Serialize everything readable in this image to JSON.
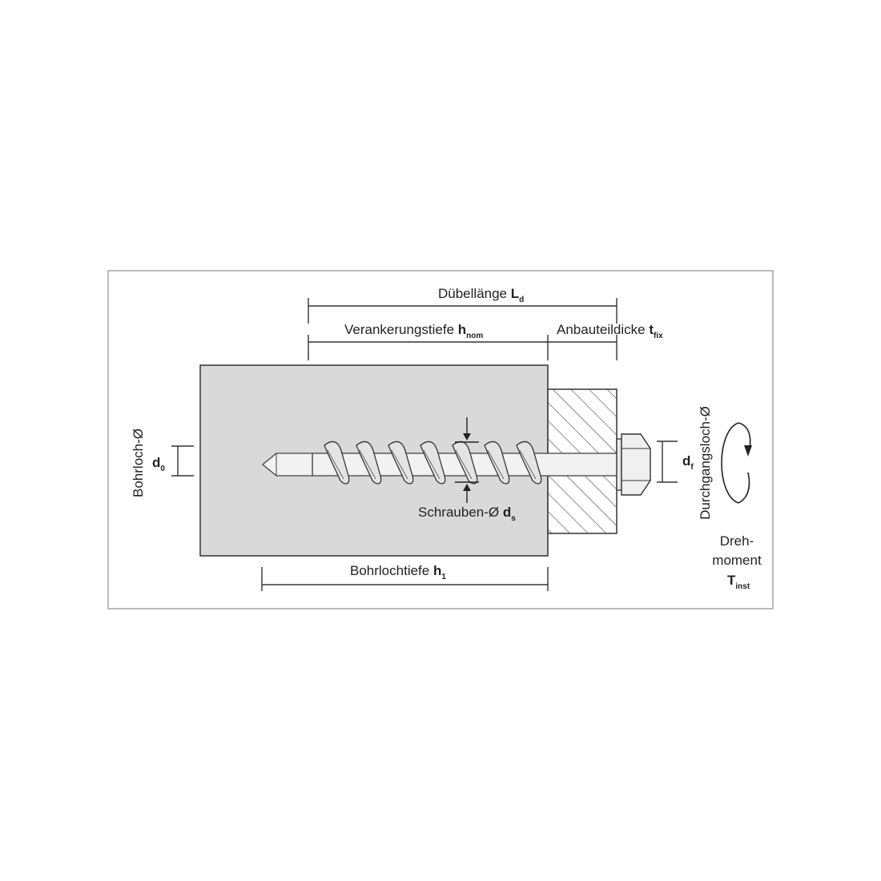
{
  "labels": {
    "duebellaenge": "Dübellänge",
    "duebellaenge_sym": "L",
    "duebellaenge_sub": "d",
    "verankerungstiefe": "Verankerungstiefe",
    "verankerungstiefe_sym": "h",
    "verankerungstiefe_sub": "nom",
    "anbauteildicke": "Anbauteildicke",
    "anbauteildicke_sym": "t",
    "anbauteildicke_sub": "fix",
    "bohrloch_d": "Bohrloch-Ø",
    "d0_sym": "d",
    "d0_sub": "0",
    "schrauben_d": "Schrauben-Ø",
    "ds_sym": "d",
    "ds_sub": "s",
    "bohrlochtiefe": "Bohrlochtiefe",
    "bohrlochtiefe_sym": "h",
    "bohrlochtiefe_sub": "1",
    "durchgangsloch": "Durchgangsloch-Ø",
    "df_sym": "d",
    "df_sub": "f",
    "drehmoment_1": "Dreh-",
    "drehmoment_2": "moment",
    "tinst_sym": "T",
    "tinst_sub": "inst"
  },
  "colors": {
    "concrete": "#d9d9d9",
    "line": "#333333",
    "frame": "#777777"
  }
}
